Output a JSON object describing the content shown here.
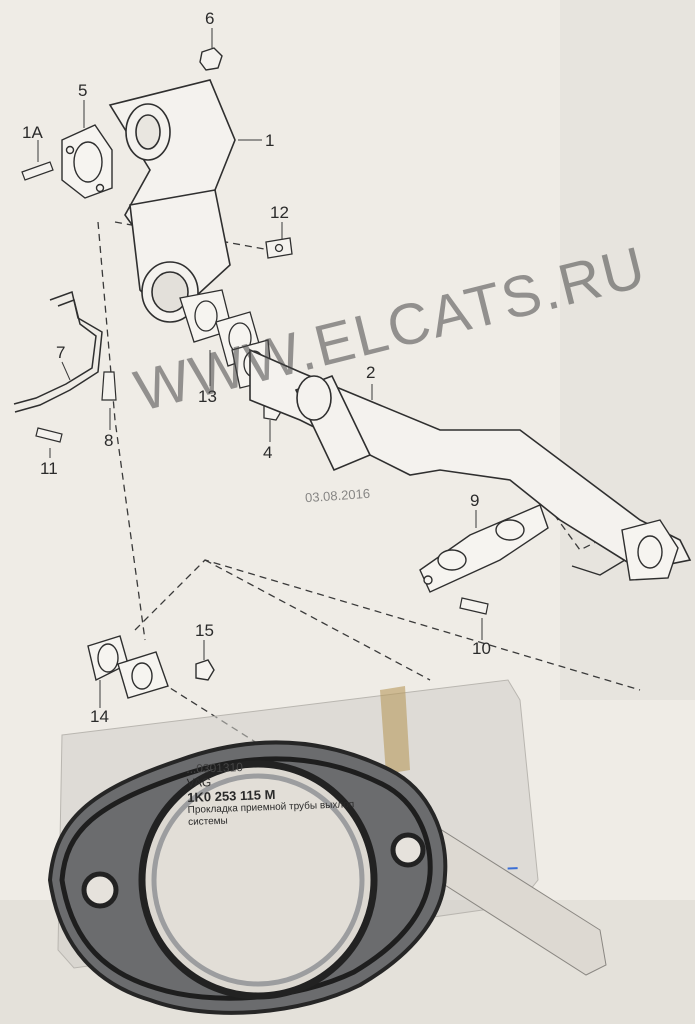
{
  "diagram": {
    "callouts": [
      "1",
      "1A",
      "2",
      "4",
      "5",
      "6",
      "7",
      "8",
      "9",
      "10",
      "11",
      "12",
      "13",
      "14",
      "15"
    ],
    "watermark": "WWW.ELCATS.RU",
    "date_stamp": "03.08.2016"
  },
  "bag_label": {
    "code_line": "...0301310",
    "brand": "VAG",
    "part_number": "1K0 253 115 M",
    "description_line1": "Прокладка приемной трубы выхлоп",
    "description_line2": "системы"
  },
  "colors": {
    "paper": "#f2efe9",
    "line": "#3a3a3a",
    "gasket_metal": "#6e6f70",
    "gasket_rubber": "#2a2a2a"
  }
}
